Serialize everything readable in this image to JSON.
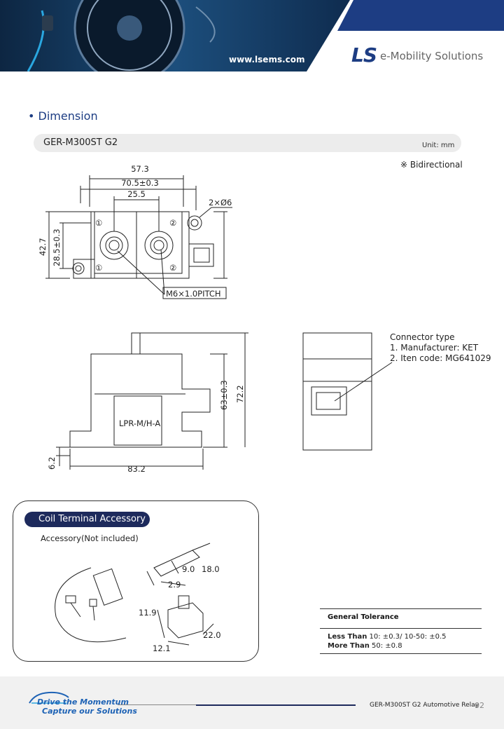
{
  "header": {
    "website": "www.lsems.com",
    "brand_ls": "LS",
    "brand_tail": "e-Mobility Solutions"
  },
  "section": {
    "title": "Dimension",
    "model": "GER-M300ST G2",
    "unit": "Unit: mm",
    "note": "※ Bidirectional"
  },
  "top_view": {
    "dims": [
      "57.3",
      "70.5±0.3",
      "25.5",
      "2×Ø6",
      "42.7",
      "28.5±0.3",
      "M6×1.0PITCH"
    ],
    "terminal_marks": [
      "①",
      "②",
      "①",
      "②"
    ]
  },
  "front_view": {
    "dims": [
      "63±0.3",
      "72.2",
      "6.2",
      "83.2"
    ],
    "label": "LPR-M/H-A"
  },
  "connector": {
    "lines": [
      "Connector type",
      "1. Manufacturer: KET",
      "2. Iten code: MG641029"
    ]
  },
  "accessory": {
    "title": "Coil Terminal Accessory",
    "subtitle": "Accessory(Not included)",
    "dims": [
      "9.0",
      "18.0",
      "2.9",
      "11.9",
      "22.0",
      "12.1"
    ]
  },
  "tolerance": {
    "title": "General Tolerance",
    "row1_bold": "Less Than",
    "row1_text": " 10: ±0.3/ 10-50: ±0.5",
    "row2_bold": "More Than",
    "row2_text": " 50: ±0.8"
  },
  "footer": {
    "slogan_line1": "Drive the Momentum",
    "slogan_line2": "Capture our Solutions",
    "doc_label": "GER-M300ST G2 Automotive Relay",
    "page": "02"
  },
  "colors": {
    "brand_navy": "#1d2a5c",
    "brand_blue": "#1d3d83",
    "slogan_blue": "#1d62b5"
  }
}
